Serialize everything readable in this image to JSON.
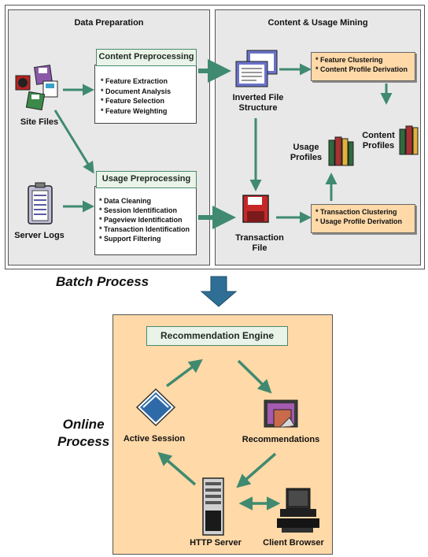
{
  "batch": {
    "data_preparation": {
      "title": "Data Preparation",
      "content_preprocessing": {
        "title": "Content Preprocessing",
        "items": [
          "* Feature Extraction",
          "* Document Analysis",
          "* Feature Selection",
          "* Feature Weighting"
        ]
      },
      "usage_preprocessing": {
        "title": "Usage Preprocessing",
        "items": [
          "* Data Cleaning",
          "* Session Identification",
          "* Pageview Identification",
          "* Transaction Identification",
          "* Support Filtering"
        ]
      },
      "site_files_label": "Site Files",
      "server_logs_label": "Server Logs"
    },
    "content_usage_mining": {
      "title": "Content & Usage Mining",
      "inverted_file_label": [
        "Inverted File",
        "Structure"
      ],
      "transaction_file_label": [
        "Transaction",
        "File"
      ],
      "clustering_box": [
        "* Feature Clustering",
        "* Content Profile Derivation"
      ],
      "transaction_box": [
        "* Transaction Clustering",
        "* Usage Profile Derivation"
      ],
      "usage_profiles_label": [
        "Usage",
        "Profiles"
      ],
      "content_profiles_label": [
        "Content",
        "Profiles"
      ]
    },
    "label": "Batch Process"
  },
  "online": {
    "label": [
      "Online",
      "Process"
    ],
    "engine_title": "Recommendation Engine",
    "active_session_label": "Active Session",
    "recommendations_label": "Recommendations",
    "http_server_label": "HTTP Server",
    "client_browser_label": "Client Browser"
  },
  "colors": {
    "panel": "#e8e8e8",
    "orange": "#ffd9a8",
    "arrow": "#3f8a70",
    "down_arrow": "#2f6f96"
  }
}
